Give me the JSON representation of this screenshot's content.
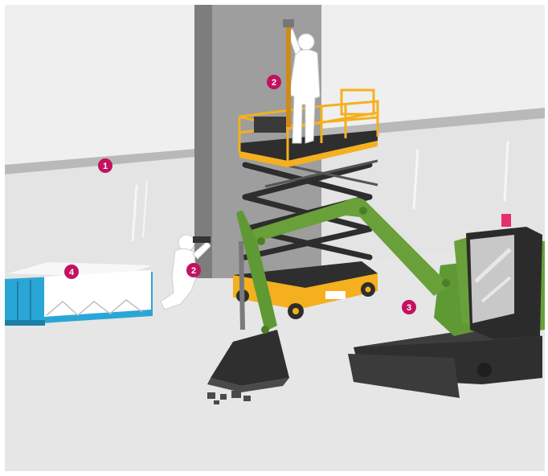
{
  "markers": [
    {
      "id": "wall",
      "label": "1"
    },
    {
      "id": "worker-top",
      "label": "2"
    },
    {
      "id": "worker-kneeling",
      "label": "2"
    },
    {
      "id": "excavator",
      "label": "3"
    },
    {
      "id": "container",
      "label": "4"
    }
  ],
  "colors": {
    "marker": "#c3115f",
    "excavator": "#6aa03a",
    "lift": "#f4b01e",
    "container": "#2aa6d6",
    "wall": "#ececec",
    "floor": "#e9e9e9"
  }
}
